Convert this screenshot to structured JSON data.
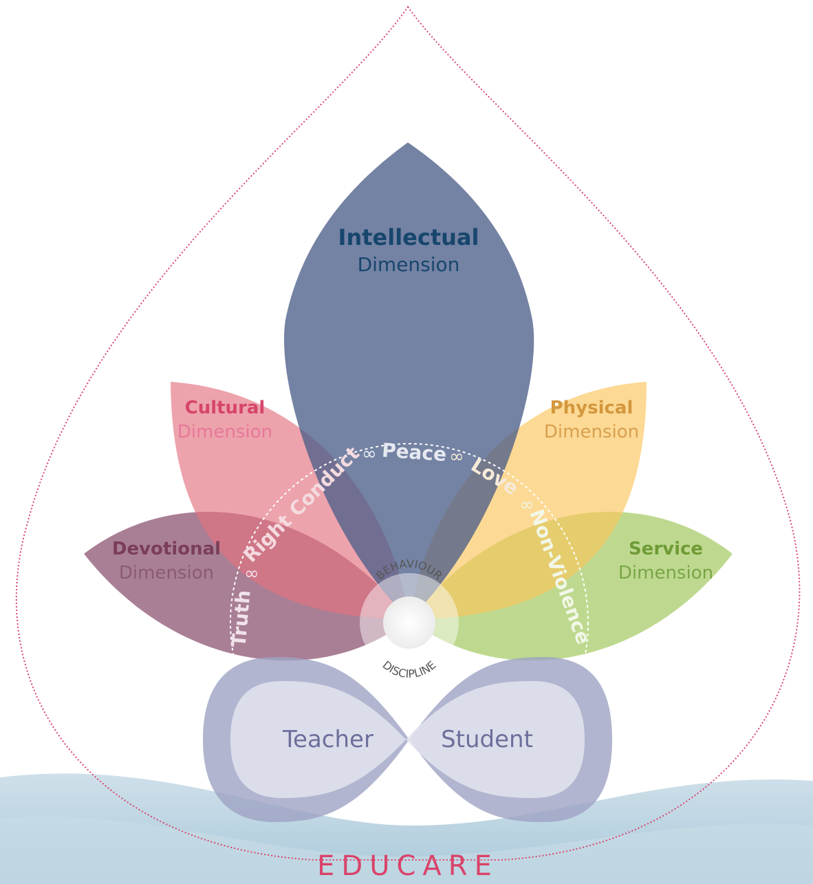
{
  "title": "EDUCARE",
  "petals": {
    "intellectual": {
      "name": "Intellectual",
      "sub": "Dimension",
      "fill": "#4d5f89",
      "text": "#17466d"
    },
    "cultural": {
      "name": "Cultural",
      "sub": "Dimension",
      "fill": "#e3727f",
      "text": "#d6456a"
    },
    "physical": {
      "name": "Physical",
      "sub": "Dimension",
      "fill": "#fbc45a",
      "text": "#d3973d"
    },
    "devotional": {
      "name": "Devotional",
      "sub": "Dimension",
      "fill": "#8c5471",
      "text": "#7a3e5a"
    },
    "service": {
      "name": "Service",
      "sub": "Dimension",
      "fill": "#a8cc6a",
      "text": "#6f9b36"
    }
  },
  "values": {
    "peace": "Peace",
    "love": "Love",
    "non_violence": "Non-Violence",
    "truth": "Truth",
    "right_conduct": "Right Conduct",
    "separator": "∞"
  },
  "center": {
    "top": "BEHAVIOUR",
    "bottom": "DISCIPLINE"
  },
  "infinity": {
    "left": "Teacher",
    "right": "Student",
    "color": "#9ea3c3",
    "text": "#6c6f9b"
  },
  "colors": {
    "outline": "#d9436a",
    "water": "#b7d1df"
  }
}
